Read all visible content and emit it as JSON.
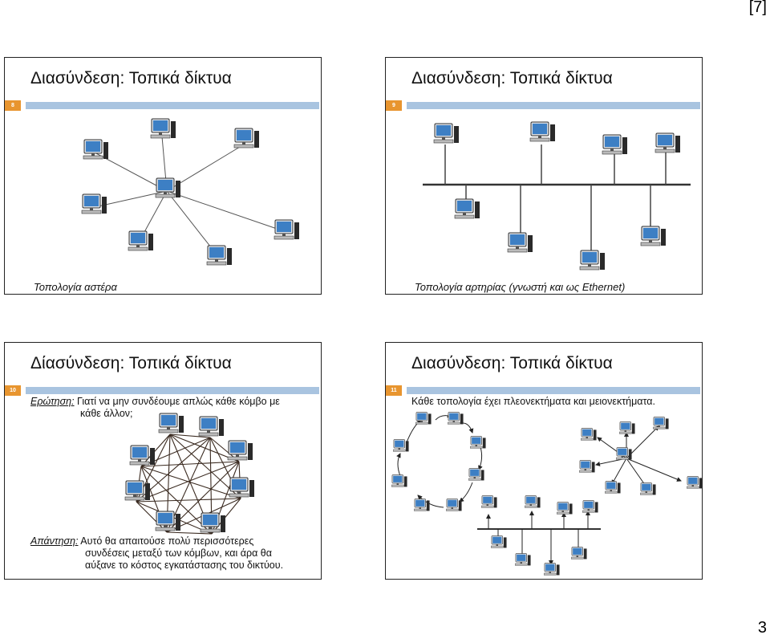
{
  "page": {
    "number_top": "[7]",
    "number_bottom": "3"
  },
  "slides": [
    {
      "number": "8",
      "title": "Διασύνδεση: Τοπικά δίκτυα",
      "caption": "Τοπολογία αστέρα"
    },
    {
      "number": "9",
      "title": "Διασύνδεση: Τοπικά δίκτυα",
      "caption": "Τοπολογία αρτηρίας (γνωστή και ως Ethernet)"
    },
    {
      "number": "10",
      "title": "Δίασύνδεση: Τοπικά δίκτυα",
      "question_label": "Ερώτηση:",
      "question_text": " Γιατί να μην συνδέουμε απλώς κάθε κόμβο με",
      "question_text2": "κάθε άλλον;",
      "answer_label": "Απάντηση:",
      "answer_text": " Αυτό θα απαιτούσε πολύ περισσότερες",
      "answer_text2": "συνδέσεις μεταξύ των κόμβων, και άρα θα",
      "answer_text3": "αύξανε το κόστος εγκατάστασης του δικτύου."
    },
    {
      "number": "11",
      "title": "Διασύνδεση: Τοπικά δίκτυα",
      "text": "Κάθε τοπολογία έχει πλεονεκτήματα και μειονεκτήματα."
    }
  ],
  "colors": {
    "accent_bar": "#a9c4e0",
    "badge": "#e8952f",
    "link_line": "#3a2a20"
  }
}
